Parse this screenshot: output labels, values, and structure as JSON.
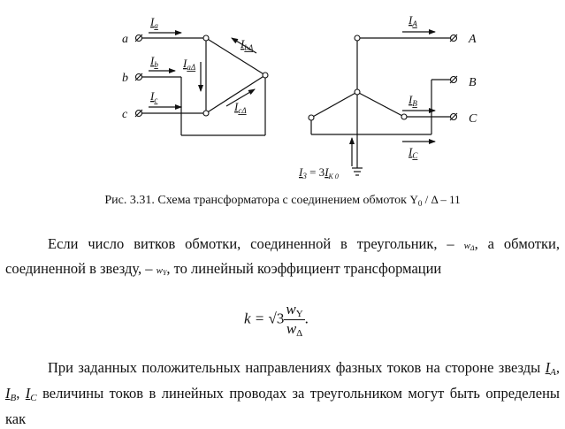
{
  "figure": {
    "phase_a": "a",
    "phase_b": "b",
    "phase_c": "c",
    "cur_Ia": "I",
    "cur_Ia_sub": "a",
    "cur_Ib": "I",
    "cur_Ib_sub": "b",
    "cur_Ic": "I",
    "cur_Ic_sub": "c",
    "cur_IaD": "I",
    "cur_IaD_sub": "aΔ",
    "cur_IbD": "I",
    "cur_IbD_sub": "bΔ",
    "cur_IcD": "I",
    "cur_IcD_sub": "cΔ",
    "phase_A": "A",
    "phase_B": "B",
    "phase_C": "C",
    "cur_IA": "I",
    "cur_IA_sub": "A",
    "cur_IB": "I",
    "cur_IB_sub": "B",
    "cur_IC": "I",
    "cur_IC_sub": "C",
    "cur_I3": "I",
    "cur_I3_sub": "3",
    "eq_sign": " = 3",
    "cur_IK0": "I",
    "cur_IK0_sub": "K 0"
  },
  "caption": {
    "text": "Рис. 3.31. Схема трансформатора с соединением обмоток ",
    "scheme_main": "Y",
    "scheme_sub": "0",
    "scheme_rest": " / Δ – 11"
  },
  "para1": {
    "part1": "Если число витков обмотки, соединенной в треугольник, – ",
    "w_delta": "w",
    "w_delta_sub": "Δ",
    "part2": ", а обмотки, соединенной в звезду, – ",
    "w_star": "w",
    "w_star_sub": "Y",
    "part3": ", то линейный коэффициент трансформации"
  },
  "formula": {
    "lhs": "k = ",
    "root": "√3",
    "num": "w",
    "num_sub": "Y",
    "den": "w",
    "den_sub": "Δ",
    "end": "."
  },
  "para2": {
    "part1": "При заданных положительных направлениях фазных токов на стороне звезды ",
    "IA": "I",
    "IA_sub": "A",
    "sep1": ", ",
    "IB": "I",
    "IB_sub": "B",
    "sep2": ", ",
    "IC": "I",
    "IC_sub": "C",
    "part2": " величины токов в линейных проводах за треугольником могут быть определены как"
  }
}
